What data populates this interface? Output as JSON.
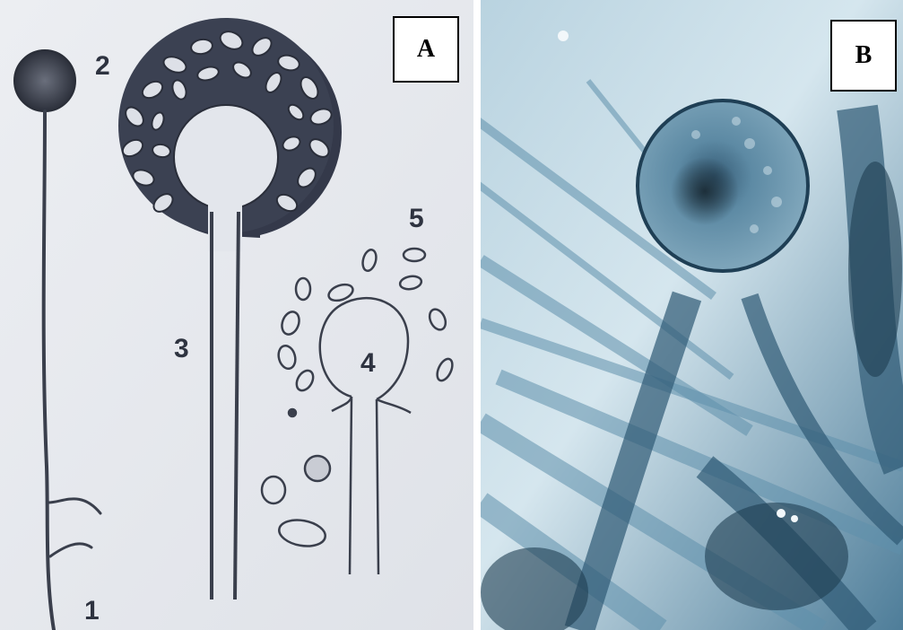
{
  "figure": {
    "panel_a": {
      "tag": "A",
      "numbers": {
        "n1": "1",
        "n2": "2",
        "n3": "3",
        "n4": "4",
        "n5": "5"
      }
    },
    "panel_b": {
      "tag": "B"
    }
  }
}
